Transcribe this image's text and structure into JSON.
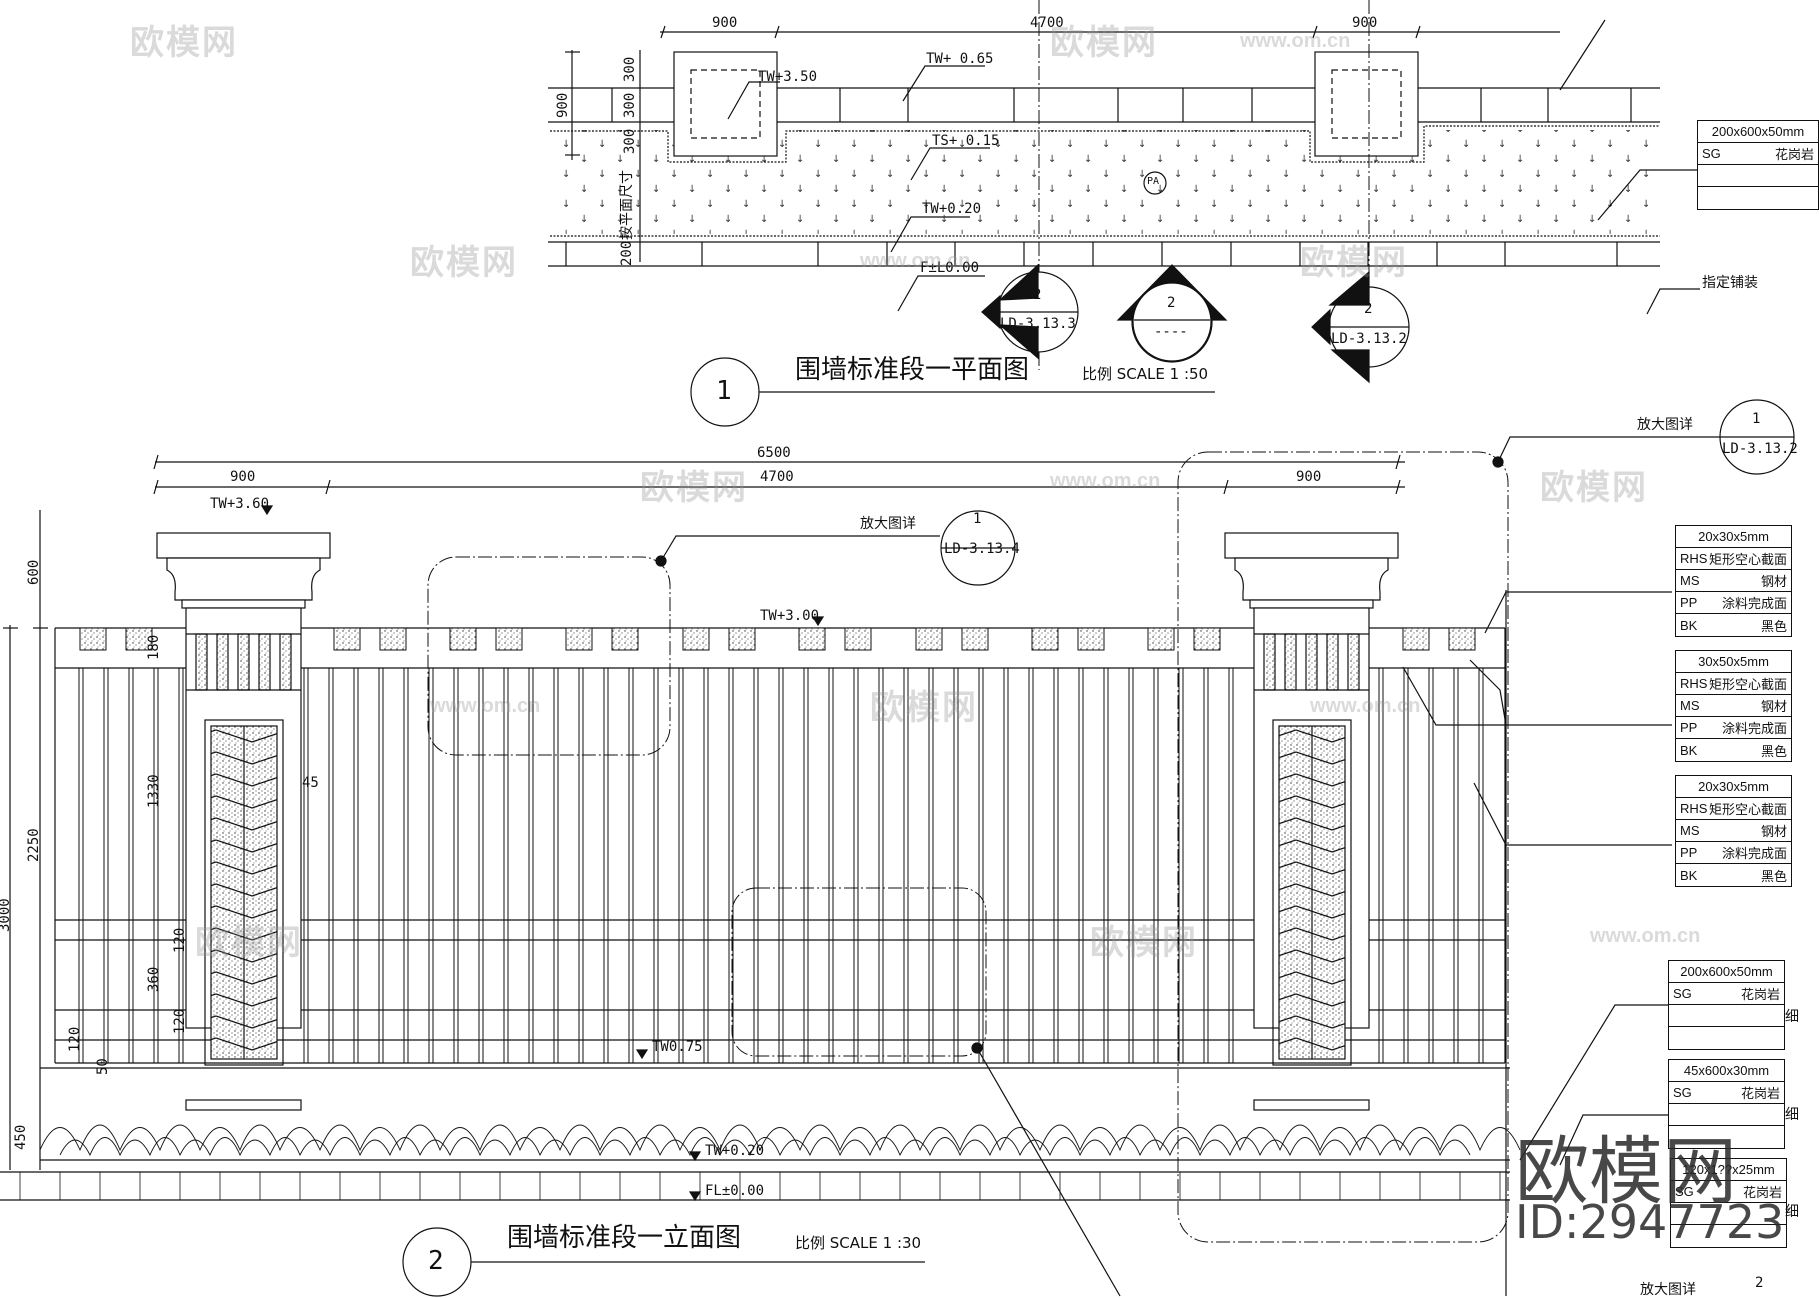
{
  "plan_view": {
    "number": "1",
    "title": "围墙标准段一平面图",
    "scale": "比例 SCALE 1 :50",
    "dims_top": [
      "900",
      "4700",
      "900"
    ],
    "dims_left": [
      "900",
      "300",
      "300",
      "300",
      "200"
    ],
    "dims_left_note": "按平面尺寸",
    "levels": [
      "TW+3.50",
      "TW+ 0.65",
      "TS+ 0.15",
      "TW+0.20",
      "F±L0.00"
    ],
    "material_tag": "PA",
    "section_markers": [
      {
        "number": "2",
        "ref": "LD-3.13.3"
      },
      {
        "number": "2",
        "ref": "----"
      },
      {
        "number": "2",
        "ref": "LD-3.13.2"
      }
    ],
    "paving_note": "指定铺装",
    "legend": {
      "size": "200x600x50mm",
      "code": "SG",
      "material": "花岗岩"
    }
  },
  "elevation_view": {
    "number": "2",
    "title": "围墙标准段一立面图",
    "scale": "比例 SCALE 1 :30",
    "dims_top": [
      "6500",
      "900",
      "4700",
      "900"
    ],
    "dims_left": [
      "600",
      "2250",
      "3000",
      "180",
      "1330",
      "120",
      "360",
      "120",
      "120",
      "50",
      "450"
    ],
    "dim_45": "45",
    "levels": [
      "TW+3.60",
      "TW+3.00",
      "TW0.75",
      "TW+0.20",
      "FL±0.00"
    ],
    "detail_callouts": [
      {
        "label": "放大图详",
        "number": "1",
        "ref": "LD-3.13.4"
      },
      {
        "label": "放大图详",
        "number": "1",
        "ref": "LD-3.13.2"
      },
      {
        "label": "放大图详",
        "number": "2",
        "ref": ""
      }
    ],
    "legends": [
      {
        "size": "20x30x5mm",
        "rows": [
          [
            "RHS",
            "矩形空心截面"
          ],
          [
            "MS",
            "钢材"
          ],
          [
            "PP",
            "涂料完成面"
          ],
          [
            "BK",
            "黑色"
          ]
        ]
      },
      {
        "size": "30x50x5mm",
        "rows": [
          [
            "RHS",
            "矩形空心截面"
          ],
          [
            "MS",
            "钢材"
          ],
          [
            "PP",
            "涂料完成面"
          ],
          [
            "BK",
            "黑色"
          ]
        ]
      },
      {
        "size": "20x30x5mm",
        "rows": [
          [
            "RHS",
            "矩形空心截面"
          ],
          [
            "MS",
            "钢材"
          ],
          [
            "PP",
            "涂料完成面"
          ],
          [
            "BK",
            "黑色"
          ]
        ]
      }
    ],
    "stone_legends": [
      {
        "size": "200x600x50mm",
        "code": "SG",
        "material": "花岗岩",
        "note": "细"
      },
      {
        "size": "45x600x30mm",
        "code": "SG",
        "material": "花岗岩",
        "note": "细"
      },
      {
        "size": "120x1??x25mm",
        "code": "SG",
        "material": "花岗岩",
        "note": "细"
      }
    ]
  },
  "watermark": {
    "brand": "欧模网",
    "site": "www.om.cn",
    "id": "ID:2947723"
  }
}
